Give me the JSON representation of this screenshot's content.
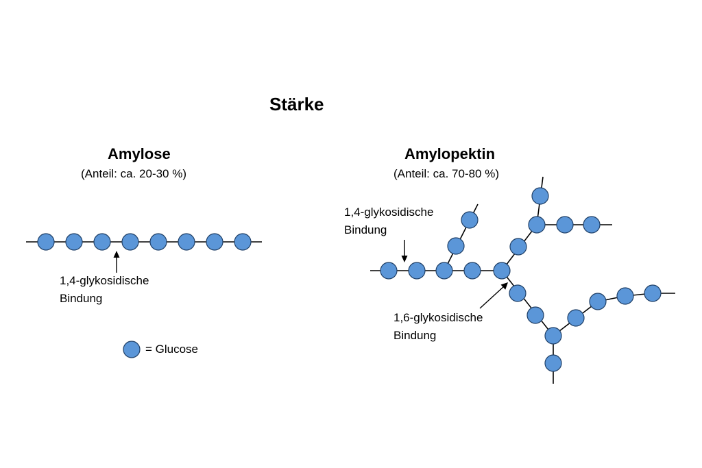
{
  "title": "Stärke",
  "amylose": {
    "heading": "Amylose",
    "share": "(Anteil: ca. 20-30 %)",
    "bond_label_line1": "1,4-glykosidische",
    "bond_label_line2": "Bindung"
  },
  "amylopektin": {
    "heading": "Amylopektin",
    "share": "(Anteil: ca. 70-80 %)",
    "bond14_line1": "1,4-glykosidische",
    "bond14_line2": "Bindung",
    "bond16_line1": "1,6-glykosidische",
    "bond16_line2": "Bindung"
  },
  "legend": {
    "label": "= Glucose",
    "icon": "glucose-circle"
  },
  "colors": {
    "glucose_fill": "#5b96d8",
    "glucose_stroke": "#1f3f66",
    "bond": "#000000"
  }
}
